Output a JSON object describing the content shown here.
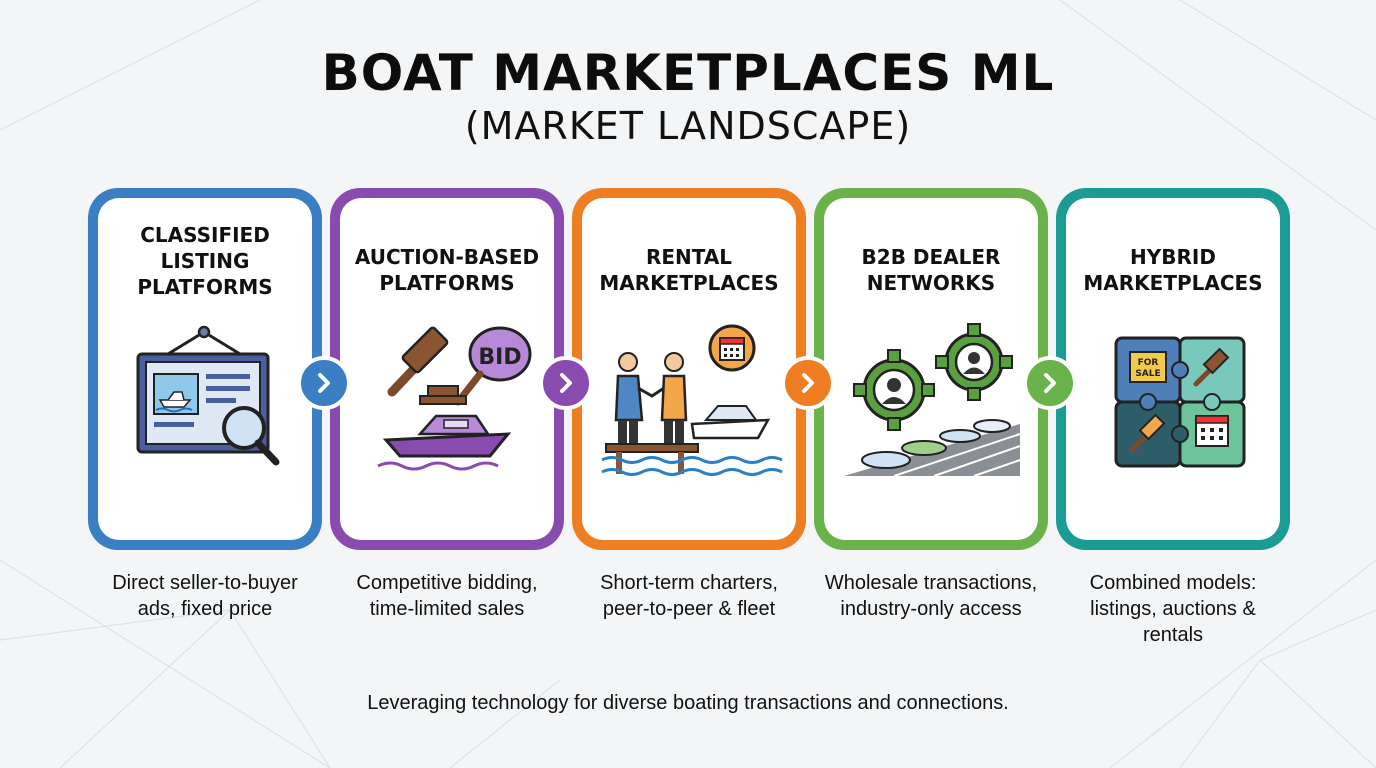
{
  "title": "BOAT MARKETPLACES ML",
  "subtitle": "(MARKET LANDSCAPE)",
  "footer": "Leveraging technology for diverse boating transactions and connections.",
  "colors": {
    "classified": "#3a7ec4",
    "auction": "#8a4bb0",
    "rental": "#ef7d22",
    "b2b": "#6ab34a",
    "hybrid": "#1a9c95"
  },
  "cards": [
    {
      "title_lines": [
        "CLASSIFIED",
        "LISTING",
        "PLATFORMS"
      ],
      "icon": "listing-board-magnifier-icon",
      "desc_lines": [
        "Direct seller-to-buyer",
        "ads, fixed price"
      ]
    },
    {
      "title_lines": [
        "AUCTION-BASED",
        "PLATFORMS"
      ],
      "icon": "gavel-bid-paddle-boat-icon",
      "bid_label": "BID",
      "desc_lines": [
        "Competitive bidding,",
        "time-limited sales"
      ]
    },
    {
      "title_lines": [
        "RENTAL",
        "MARKETPLACES"
      ],
      "icon": "handshake-dock-boat-icon",
      "desc_lines": [
        "Short-term charters,",
        "peer-to-peer & fleet"
      ]
    },
    {
      "title_lines": [
        "B2B DEALER",
        "NETWORKS"
      ],
      "icon": "gears-dealers-boats-icon",
      "desc_lines": [
        "Wholesale transactions,",
        "industry-only access"
      ]
    },
    {
      "title_lines": [
        "HYBRID",
        "MARKETPLACES"
      ],
      "icon": "puzzle-pieces-icon",
      "sale_line1": "FOR",
      "sale_line2": "SALE",
      "desc_lines": [
        "Combined models:",
        "listings, auctions &",
        "rentals"
      ]
    }
  ]
}
